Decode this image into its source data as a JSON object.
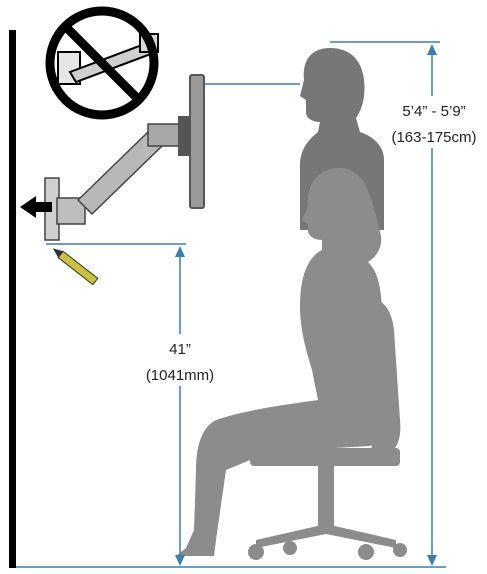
{
  "colors": {
    "wall": "#000000",
    "silhouette": "#8c8c8c",
    "silhouette_dark": "#777777",
    "dimension_line": "#3a7fb0",
    "prohibit_red": "#ffffff",
    "prohibit_ring": "#000000",
    "pencil_body": "#c9c23a",
    "arm_metal": "#b8b8b8"
  },
  "icons": {
    "prohibited": "no-symbol-icon",
    "direction": "arrow-left-icon",
    "marker": "pencil-icon"
  },
  "dimensions": {
    "standing_height": {
      "imperial": "5’4” - 5’9”",
      "metric": "(163-175cm)"
    },
    "mount_height": {
      "imperial": "41”",
      "metric": "(1041mm)"
    }
  }
}
